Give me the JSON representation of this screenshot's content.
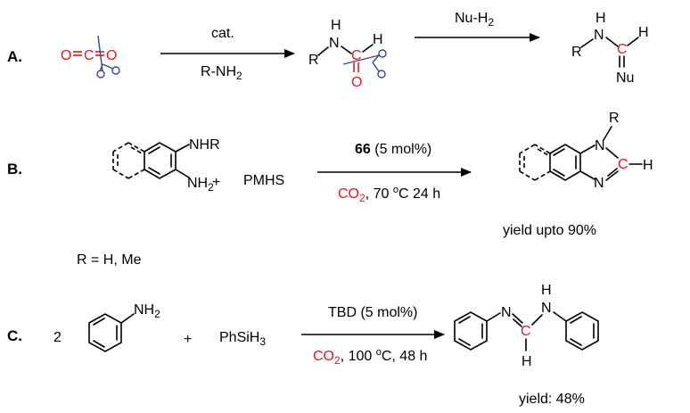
{
  "row_a": {
    "label": "A.",
    "reactant_o1": "O",
    "reactant_c": "C",
    "reactant_o2": "O",
    "arrow1_top": "cat.",
    "arrow1_bottom": "R-NH",
    "arrow1_bottom_sub": "2",
    "inter_h": "H",
    "inter_n": "N",
    "inter_r": "R",
    "inter_c": "C",
    "inter_ch": "H",
    "inter_o": "O",
    "arrow2_top": "Nu-H",
    "arrow2_top_sub": "2",
    "prod_h": "H",
    "prod_n": "N",
    "prod_r": "R",
    "prod_c": "C",
    "prod_ch": "H",
    "prod_nu": "Nu"
  },
  "row_b": {
    "label": "B.",
    "nhr": "NHR",
    "nh2": "NH",
    "nh2_sub": "2",
    "plus": "+",
    "pmhs": "PMHS",
    "cat_bold": "66",
    "cat_rest": " (5 mol%)",
    "cond_co2": "CO",
    "cond_co2_sub": "2",
    "cond_rest_a": ", 70 ",
    "cond_sup": "o",
    "cond_rest_b": "C 24 h",
    "prod_r": "R",
    "prod_n1": "N",
    "prod_c": "C",
    "prod_h": "H",
    "prod_n2": "N",
    "yield": "yield upto 90%",
    "r_note": "R = H, Me"
  },
  "row_c": {
    "label": "C.",
    "coef": "2",
    "nh2": "NH",
    "nh2_sub": "2",
    "plus": "+",
    "silane": "PhSiH",
    "silane_sub": "3",
    "cat": "TBD (5 mol%)",
    "cond_co2": "CO",
    "cond_co2_sub": "2",
    "cond_rest_a": ", 100 ",
    "cond_sup": "o",
    "cond_rest_b": "C, 48 h",
    "prod_n1": "N",
    "prod_h_top": "H",
    "prod_n2": "N",
    "prod_c": "C",
    "prod_h_bottom": "H",
    "yield": "yield: 48%"
  }
}
